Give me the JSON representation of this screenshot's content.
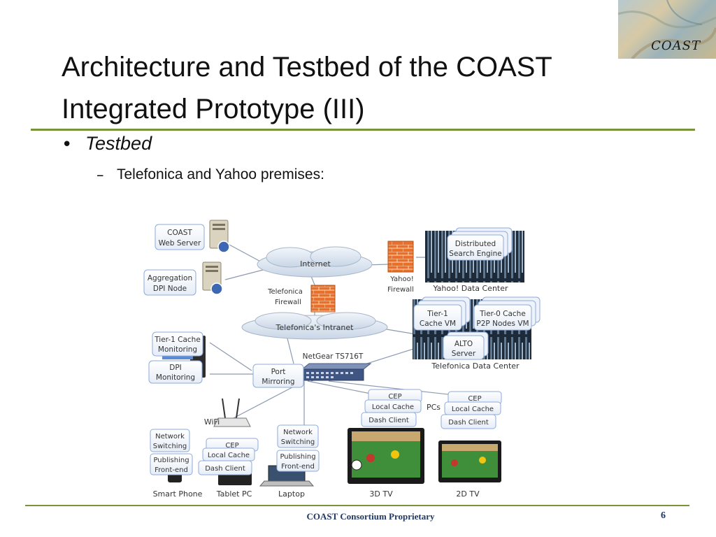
{
  "title": {
    "line1": "Architecture and Testbed of the COAST",
    "line2": "Integrated Prototype (III)"
  },
  "logo": {
    "text": "COAST"
  },
  "bullet": {
    "symbol": "•",
    "text": "Testbed"
  },
  "sub_bullet": {
    "dash": "–",
    "text": "Telefonica and Yahoo premises:"
  },
  "diagram": {
    "coast_web_server": [
      "COAST",
      "Web Server"
    ],
    "aggregation_dpi": [
      "Aggregation",
      "DPI Node"
    ],
    "internet": "Internet",
    "telefonica_firewall": [
      "Telefonica",
      "Firewall"
    ],
    "telefonica_intranet": "Telefonica's Intranet",
    "yahoo_firewall": [
      "Yahoo!",
      "Firewall"
    ],
    "distributed_search": [
      "Distributed",
      "Search Engine"
    ],
    "yahoo_dc": "Yahoo! Data Center",
    "tier1_cache_vm": [
      "Tier-1",
      "Cache VM"
    ],
    "tier0_cache": [
      "Tier-0 Cache",
      "P2P Nodes VM"
    ],
    "alto_server": [
      "ALTO",
      "Server"
    ],
    "telefonica_dc": "Telefonica Data Center",
    "tier1_monitoring": [
      "Tier-1 Cache",
      "Monitoring"
    ],
    "dpi_monitoring": [
      "DPI",
      "Monitoring"
    ],
    "netgear": "NetGear TS716T",
    "port_mirroring": [
      "Port",
      "Mirroring"
    ],
    "wifi": "WiFi",
    "pcs": "PCs",
    "cep": "CEP",
    "local_cache": "Local Cache",
    "dash_client": "Dash  Client",
    "network_switching": [
      "Network",
      "Switching"
    ],
    "publishing_frontend": [
      "Publishing",
      "Front-end"
    ],
    "smart_phone": "Smart Phone",
    "tablet_pc": "Tablet PC",
    "laptop": "Laptop",
    "tv3d": "3D TV",
    "tv2d": "2D TV"
  },
  "footer": {
    "text": "COAST Consortium Proprietary",
    "page": "6"
  },
  "colors": {
    "rule": "#77933c",
    "box_border": "#8eaadb",
    "box_fill": "#f4f7fc",
    "footer": "#1f3864"
  }
}
